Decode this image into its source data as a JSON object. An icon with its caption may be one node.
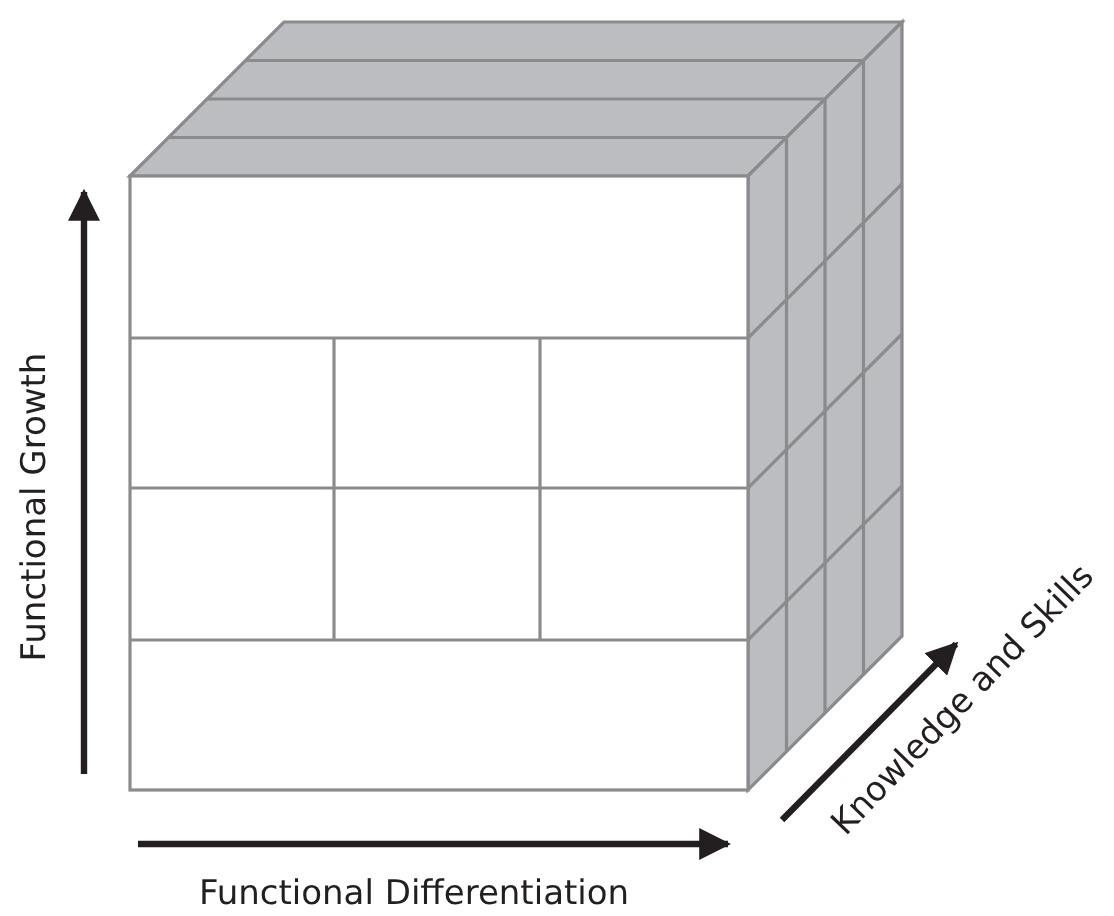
{
  "diagram": {
    "labels": [
      "Functional Growth",
      "Functional Differentiation",
      "Knowledge and Skills"
    ]
  }
}
